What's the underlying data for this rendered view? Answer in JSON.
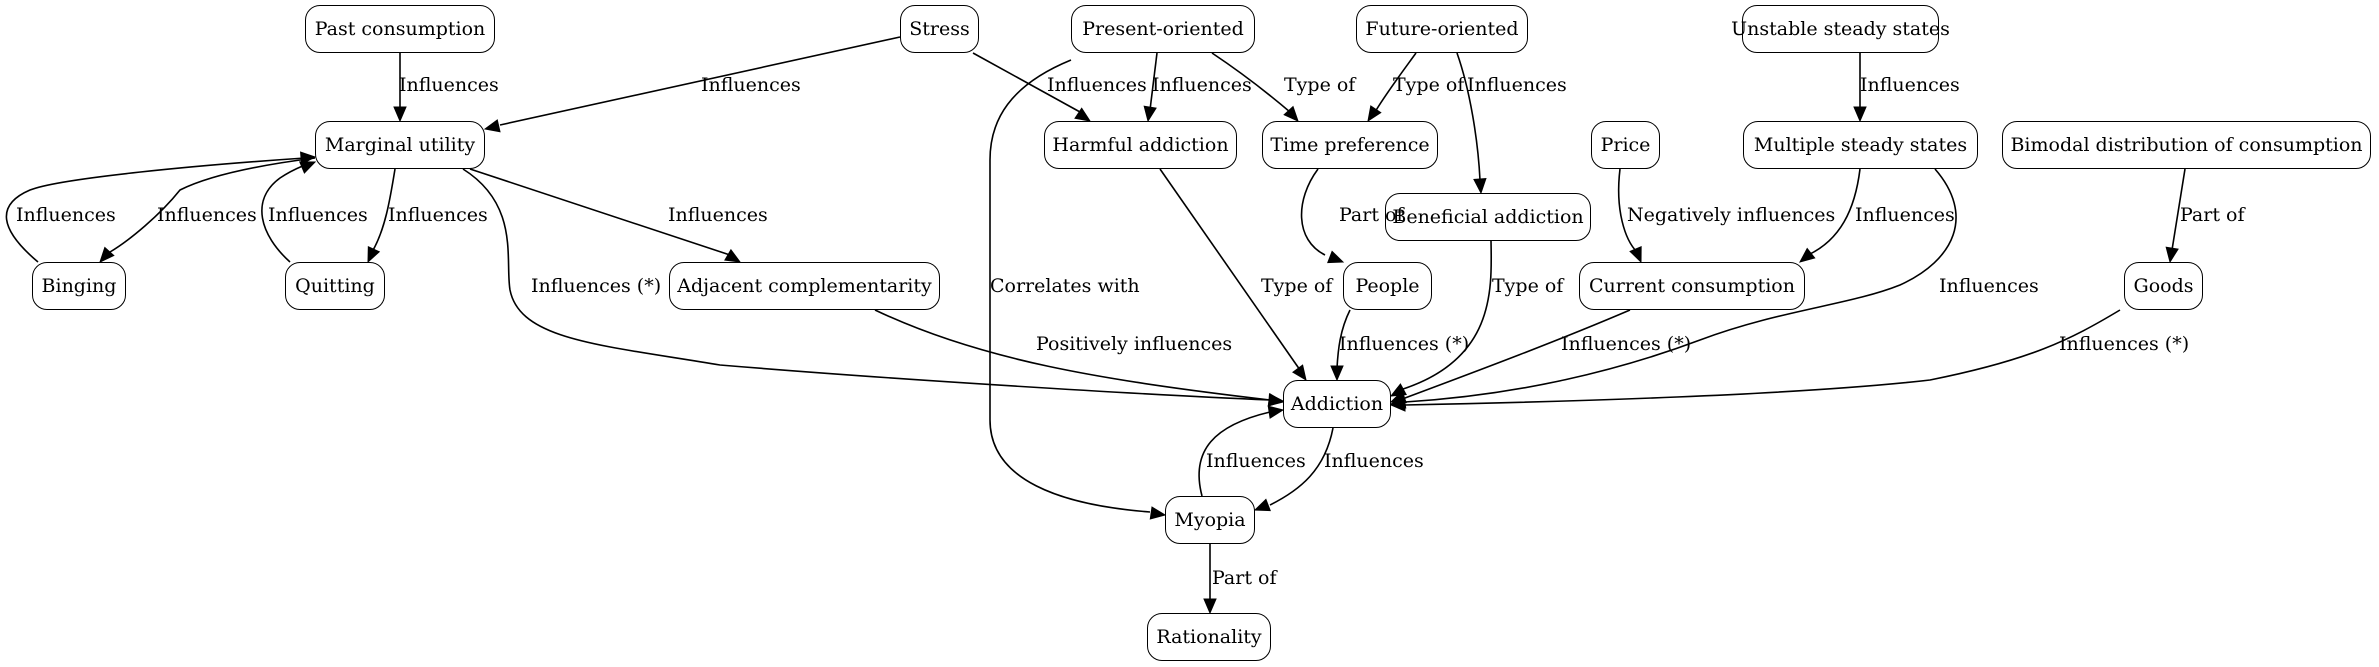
{
  "diagram": {
    "type": "directed-graph",
    "nodes": {
      "past_consumption": "Past consumption",
      "stress": "Stress",
      "present_oriented": "Present-oriented",
      "future_oriented": "Future-oriented",
      "unstable_steady_states": "Unstable steady states",
      "marginal_utility": "Marginal utility",
      "harmful_addiction": "Harmful addiction",
      "time_preference": "Time preference",
      "price": "Price",
      "multiple_steady_states": "Multiple steady states",
      "bimodal_distribution": "Bimodal distribution of consumption",
      "beneficial_addiction": "Beneficial addiction",
      "binging": "Binging",
      "quitting": "Quitting",
      "adjacent_complementarity": "Adjacent complementarity",
      "people": "People",
      "current_consumption": "Current consumption",
      "goods": "Goods",
      "addiction": "Addiction",
      "myopia": "Myopia",
      "rationality": "Rationality"
    },
    "edges": [
      {
        "id": "e1",
        "from": "past_consumption",
        "to": "marginal_utility",
        "label": "Influences"
      },
      {
        "id": "e2",
        "from": "stress",
        "to": "marginal_utility",
        "label": "Influences"
      },
      {
        "id": "e3",
        "from": "stress",
        "to": "harmful_addiction",
        "label": "Influences"
      },
      {
        "id": "e4",
        "from": "present_oriented",
        "to": "harmful_addiction",
        "label": "Influences"
      },
      {
        "id": "e5",
        "from": "present_oriented",
        "to": "time_preference",
        "label": "Type of"
      },
      {
        "id": "e6",
        "from": "present_oriented",
        "to": "myopia",
        "label": "Correlates with"
      },
      {
        "id": "e7",
        "from": "future_oriented",
        "to": "time_preference",
        "label": "Type of"
      },
      {
        "id": "e8",
        "from": "future_oriented",
        "to": "beneficial_addiction",
        "label": "Influences"
      },
      {
        "id": "e9",
        "from": "unstable_steady_states",
        "to": "multiple_steady_states",
        "label": "Influences"
      },
      {
        "id": "e10",
        "from": "binging",
        "to": "marginal_utility",
        "label": "Influences"
      },
      {
        "id": "e11",
        "from": "marginal_utility",
        "to": "binging",
        "label": "Influences"
      },
      {
        "id": "e12",
        "from": "quitting",
        "to": "marginal_utility",
        "label": "Influences"
      },
      {
        "id": "e13",
        "from": "marginal_utility",
        "to": "quitting",
        "label": "Influences"
      },
      {
        "id": "e14",
        "from": "marginal_utility",
        "to": "adjacent_complementarity",
        "label": "Influences"
      },
      {
        "id": "e15",
        "from": "marginal_utility",
        "to": "addiction",
        "label": "Influences (*)"
      },
      {
        "id": "e16",
        "from": "harmful_addiction",
        "to": "addiction",
        "label": "Type of"
      },
      {
        "id": "e17",
        "from": "time_preference",
        "to": "people",
        "label": "Part of"
      },
      {
        "id": "e18",
        "from": "beneficial_addiction",
        "to": "addiction",
        "label": "Type of"
      },
      {
        "id": "e19",
        "from": "price",
        "to": "current_consumption",
        "label": "Negatively influences"
      },
      {
        "id": "e20",
        "from": "multiple_steady_states",
        "to": "current_consumption",
        "label": "Influences"
      },
      {
        "id": "e21",
        "from": "multiple_steady_states",
        "to": "addiction",
        "label": "Influences"
      },
      {
        "id": "e22",
        "from": "bimodal_distribution",
        "to": "goods",
        "label": "Part of"
      },
      {
        "id": "e23",
        "from": "adjacent_complementarity",
        "to": "addiction",
        "label": "Positively influences"
      },
      {
        "id": "e24",
        "from": "people",
        "to": "addiction",
        "label": "Influences (*)"
      },
      {
        "id": "e25",
        "from": "current_consumption",
        "to": "addiction",
        "label": "Influences (*)"
      },
      {
        "id": "e26",
        "from": "goods",
        "to": "addiction",
        "label": "Influences (*)"
      },
      {
        "id": "e27",
        "from": "addiction",
        "to": "myopia",
        "label": "Influences"
      },
      {
        "id": "e28",
        "from": "myopia",
        "to": "addiction",
        "label": "Influences"
      },
      {
        "id": "e29",
        "from": "myopia",
        "to": "rationality",
        "label": "Part of"
      }
    ]
  }
}
